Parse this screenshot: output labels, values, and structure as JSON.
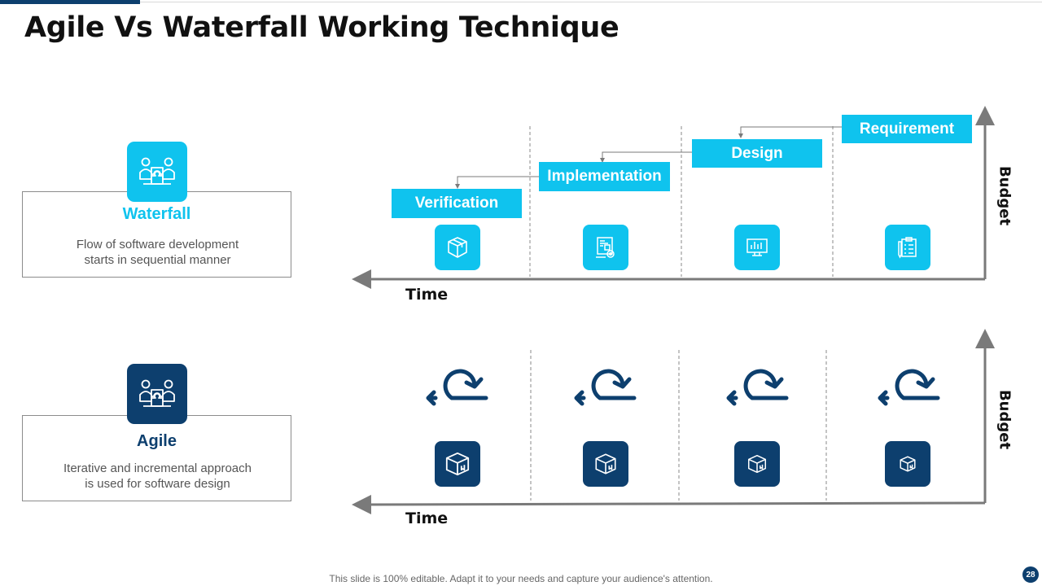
{
  "slide": {
    "title": "Agile Vs Waterfall Working Technique",
    "footer": "This slide is 100% editable. Adapt it to your needs and capture your audience's attention.",
    "page_number": "28"
  },
  "colors": {
    "light_blue": "#0fc3ee",
    "dark_blue": "#0d3f6e",
    "text_dark": "#111111",
    "text_gray": "#555555"
  },
  "waterfall": {
    "title": "Waterfall",
    "description_line1": "Flow of software development",
    "description_line2": "starts in sequential manner",
    "icon": "people-puzzle-icon",
    "x_axis": "Time",
    "y_axis": "Budget",
    "stages": [
      {
        "label": "Verification",
        "icon": "box-icon"
      },
      {
        "label": "Implementation",
        "icon": "blueprint-gear-icon"
      },
      {
        "label": "Design",
        "icon": "monitor-chart-icon"
      },
      {
        "label": "Requirement",
        "icon": "clipboard-checklist-icon"
      }
    ]
  },
  "agile": {
    "title": "Agile",
    "description_line1": "Iterative and incremental approach",
    "description_line2": "is used for software design",
    "icon": "people-puzzle-icon",
    "x_axis": "Time",
    "y_axis": "Budget",
    "cycle_icon": "loop-arrow-icon",
    "phase_icon": "box-icon",
    "phase_count": 4
  }
}
